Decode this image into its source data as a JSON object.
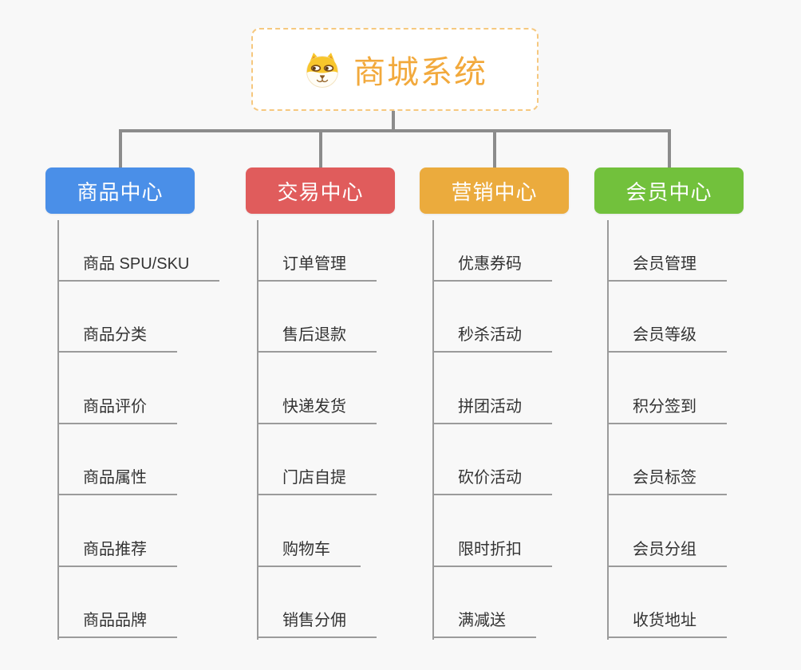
{
  "root": {
    "title": "商城系统",
    "icon": "dog-face-icon",
    "title_color": "#f2a93c",
    "border_color": "#f6c87f"
  },
  "connector_color": "#8c8c8c",
  "leaf_line_color": "#9b9b9b",
  "background_color": "#f8f8f8",
  "branches": [
    {
      "label": "商品中心",
      "color": "#4a8fe8",
      "items": [
        "商品 SPU/SKU",
        "商品分类",
        "商品评价",
        "商品属性",
        "商品推荐",
        "商品品牌"
      ]
    },
    {
      "label": "交易中心",
      "color": "#e05c5c",
      "items": [
        "订单管理",
        "售后退款",
        "快递发货",
        "门店自提",
        "购物车",
        "销售分佣"
      ]
    },
    {
      "label": "营销中心",
      "color": "#ebab3d",
      "items": [
        "优惠券码",
        "秒杀活动",
        "拼团活动",
        "砍价活动",
        "限时折扣",
        "满减送"
      ]
    },
    {
      "label": "会员中心",
      "color": "#72c13c",
      "items": [
        "会员管理",
        "会员等级",
        "积分签到",
        "会员标签",
        "会员分组",
        "收货地址"
      ]
    }
  ]
}
